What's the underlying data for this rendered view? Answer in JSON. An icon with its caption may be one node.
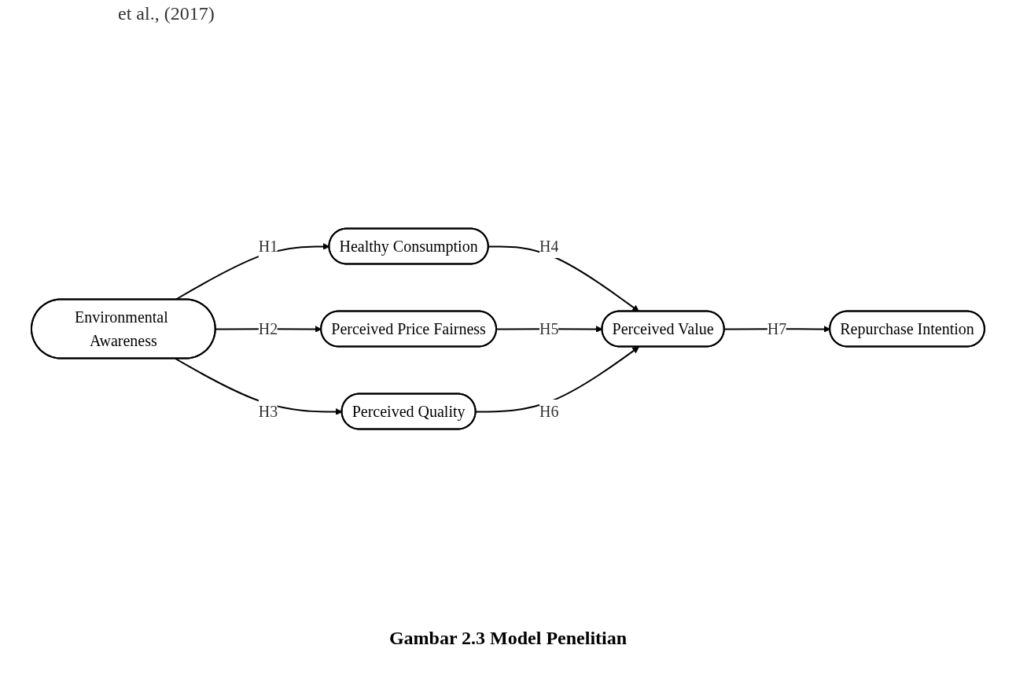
{
  "diagram": {
    "caption": "Gambar 2.3 Model Penelitian",
    "nodes": [
      {
        "text": [
          "Environmental Awareness"
        ]
      },
      {
        "text": [
          "Healthy Consumption"
        ]
      },
      {
        "text": [
          "Perceived Price Fairness"
        ]
      },
      {
        "text": [
          "Perceived Quality"
        ]
      },
      {
        "text": [
          "Perceived Value"
        ]
      },
      {
        "text": [
          "Repurchase Intention"
        ]
      }
    ],
    "edges": [
      {
        "from": 0,
        "to": 1,
        "arrow": "to",
        "label": "H1"
      },
      {
        "from": 0,
        "to": 2,
        "arrow": "to",
        "label": "H2"
      },
      {
        "from": 0,
        "to": 3,
        "arrow": "to",
        "label": "H3"
      },
      {
        "from": 1,
        "to": 4,
        "arrow": "to",
        "label": "H4"
      },
      {
        "from": 2,
        "to": 4,
        "arrow": "to",
        "label": "H5"
      },
      {
        "from": 3,
        "to": 4,
        "arrow": "to",
        "label": "H6"
      },
      {
        "from": 4,
        "to": 5,
        "arrow": "to",
        "label": "H7"
      }
    ],
    "labels": [
      "et al., (2017)"
    ]
  }
}
